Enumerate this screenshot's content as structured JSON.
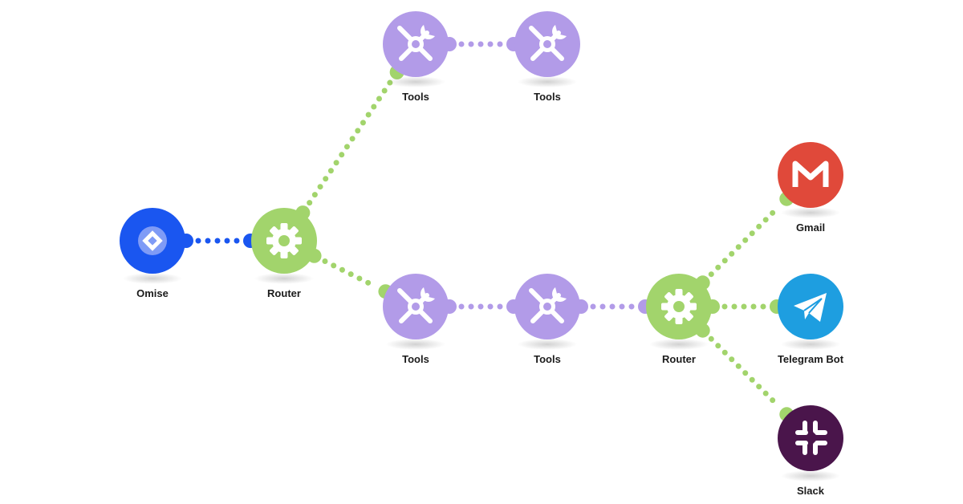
{
  "scenario": {
    "modules": [
      {
        "id": "omise",
        "label": "Omise",
        "app": "omise",
        "icon": "omise-logo-icon",
        "color": "#1a56f0"
      },
      {
        "id": "router1",
        "label": "Router",
        "app": "router",
        "icon": "gear-icon",
        "color": "#a2d46c"
      },
      {
        "id": "tools1",
        "label": "Tools",
        "app": "tools",
        "icon": "tools-icon",
        "color": "#b29be8"
      },
      {
        "id": "tools2",
        "label": "Tools",
        "app": "tools",
        "icon": "tools-icon",
        "color": "#b29be8"
      },
      {
        "id": "tools3",
        "label": "Tools",
        "app": "tools",
        "icon": "tools-icon",
        "color": "#b29be8"
      },
      {
        "id": "tools4",
        "label": "Tools",
        "app": "tools",
        "icon": "tools-icon",
        "color": "#b29be8"
      },
      {
        "id": "router2",
        "label": "Router",
        "app": "router",
        "icon": "gear-icon",
        "color": "#a2d46c"
      },
      {
        "id": "gmail",
        "label": "Gmail",
        "app": "gmail",
        "icon": "gmail-icon",
        "color": "#e0493a"
      },
      {
        "id": "telegram",
        "label": "Telegram Bot",
        "app": "telegram",
        "icon": "telegram-icon",
        "color": "#1e9ee0"
      },
      {
        "id": "slack",
        "label": "Slack",
        "app": "slack",
        "icon": "slack-icon",
        "color": "#4a154b"
      }
    ],
    "connections": [
      {
        "from": "omise",
        "to": "router1"
      },
      {
        "from": "router1",
        "to": "tools1"
      },
      {
        "from": "tools1",
        "to": "tools2"
      },
      {
        "from": "router1",
        "to": "tools3"
      },
      {
        "from": "tools3",
        "to": "tools4"
      },
      {
        "from": "tools4",
        "to": "router2"
      },
      {
        "from": "router2",
        "to": "gmail"
      },
      {
        "from": "router2",
        "to": "telegram"
      },
      {
        "from": "router2",
        "to": "slack"
      }
    ]
  }
}
